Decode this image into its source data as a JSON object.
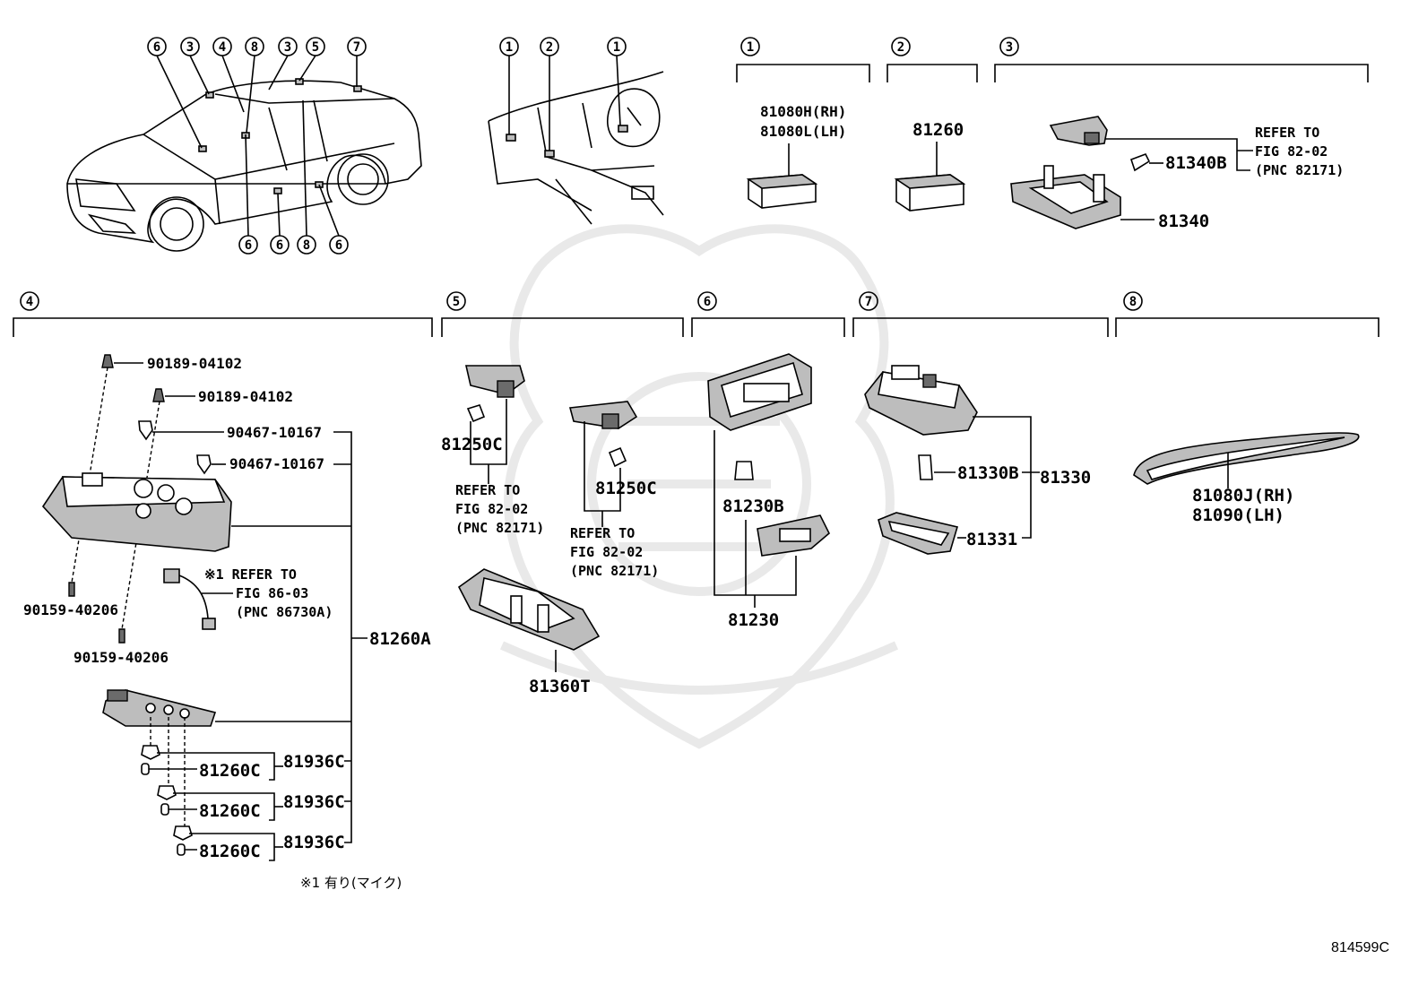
{
  "figure_code": "814599C",
  "footnote": "※1 有り(マイク)",
  "car_callouts_top": [
    "6",
    "3",
    "4",
    "8",
    "3",
    "5",
    "7"
  ],
  "car_callouts_bottom": [
    "6",
    "6",
    "8",
    "6"
  ],
  "dash_callouts": [
    "1",
    "2",
    "1"
  ],
  "groups": {
    "g1": {
      "number": "1",
      "parts": [
        "81080H(RH)",
        "81080L(LH)"
      ]
    },
    "g2": {
      "number": "2",
      "parts": [
        "81260"
      ]
    },
    "g3": {
      "number": "3",
      "refer_to": [
        "REFER TO",
        "FIG 82-02",
        "(PNC 82171)"
      ],
      "parts": [
        "81340B",
        "81340"
      ]
    },
    "g4": {
      "number": "4",
      "parts": [
        "90189-04102",
        "90189-04102",
        "90467-10167",
        "90467-10167",
        "90159-40206",
        "90159-40206",
        "81260A"
      ],
      "refer_to": [
        "※1 REFER TO",
        "FIG 86-03",
        "(PNC 86730A)"
      ],
      "bulb_rows": [
        {
          "holder": "81936C",
          "bulb": "81260C"
        },
        {
          "holder": "81936C",
          "bulb": "81260C"
        },
        {
          "holder": "81936C",
          "bulb": "81260C"
        }
      ]
    },
    "g5": {
      "number": "5",
      "parts": [
        "81250C",
        "81250C",
        "81360T"
      ],
      "refer_to_a": [
        "REFER TO",
        "FIG 82-02",
        "(PNC 82171)"
      ],
      "refer_to_b": [
        "REFER TO",
        "FIG 82-02",
        "(PNC 82171)"
      ]
    },
    "g6": {
      "number": "6",
      "parts": [
        "81230B",
        "81230"
      ]
    },
    "g7": {
      "number": "7",
      "parts": [
        "81330B",
        "81330",
        "81331"
      ]
    },
    "g8": {
      "number": "8",
      "parts": [
        "81080J(RH)",
        "81090(LH)"
      ]
    }
  }
}
